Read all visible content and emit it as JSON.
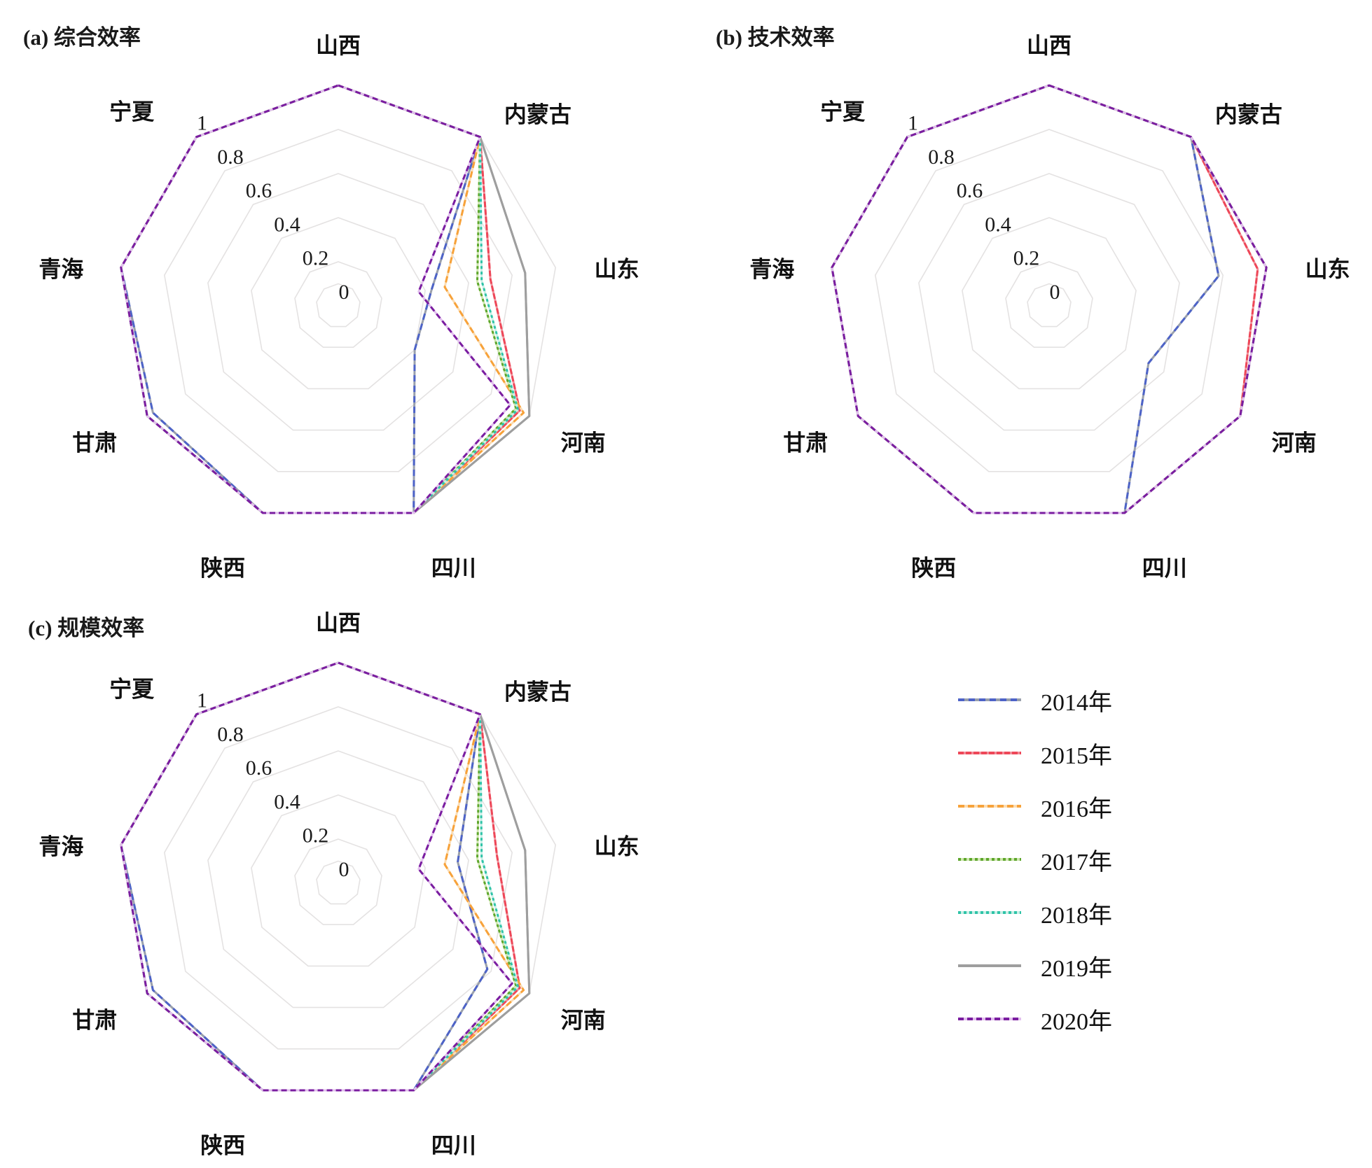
{
  "figure": {
    "background": "#ffffff",
    "grid_color": "#e4e2e2",
    "text_color": "#1a1a1a"
  },
  "titles": {
    "a": "(a) 综合效率",
    "b": "(b) 技术效率",
    "c": "(c) 规模效率"
  },
  "legend": {
    "items": [
      {
        "label": "2014年",
        "color": "#4d63c8",
        "under": "#9aa0ac",
        "dash": "9 6"
      },
      {
        "label": "2015年",
        "color": "#ee4758",
        "under": "#f08f9a",
        "dash": "8 3"
      },
      {
        "label": "2016年",
        "color": "#f7a23a",
        "under": "#fbdcb2",
        "dash": "9 5"
      },
      {
        "label": "2017年",
        "color": "#5ea62c",
        "under": "#cde6ad",
        "dash": "4 4"
      },
      {
        "label": "2018年",
        "color": "#2fc3a7",
        "under": "#c9efe6",
        "dash": "4 4"
      },
      {
        "label": "2019年",
        "color": "#9e9e9e",
        "under": "#9e9e9e",
        "dash": ""
      },
      {
        "label": "2020年",
        "color": "#7a1da0",
        "under": "#e2bfee",
        "dash": "8 5"
      }
    ]
  },
  "chart_data": [
    {
      "type": "radar",
      "id": "a",
      "title": "(a) 综合效率",
      "categories": [
        "山西",
        "内蒙古",
        "山东",
        "河南",
        "四川",
        "陕西",
        "甘肃",
        "青海",
        "宁夏"
      ],
      "tick_labels": [
        "1",
        "0.8",
        "0.6",
        "0.4",
        "0.2",
        "0"
      ],
      "ticks": [
        1,
        0.8,
        0.6,
        0.4,
        0.2,
        0
      ],
      "rlim": [
        0,
        1
      ],
      "grid": true,
      "series": [
        {
          "name": "2014年",
          "values": [
            1,
            1,
            0.43,
            0.4,
            1,
            1,
            0.97,
            1,
            1
          ]
        },
        {
          "name": "2015年",
          "values": [
            1,
            1,
            0.7,
            0.95,
            1,
            1,
            1,
            1,
            1
          ]
        },
        {
          "name": "2016年",
          "values": [
            1,
            1,
            0.49,
            0.97,
            1,
            1,
            1,
            1,
            1
          ]
        },
        {
          "name": "2017年",
          "values": [
            1,
            1,
            0.64,
            0.93,
            1,
            1,
            1,
            1,
            1
          ]
        },
        {
          "name": "2018年",
          "values": [
            1,
            1,
            0.66,
            0.94,
            1,
            1,
            1,
            1,
            1
          ]
        },
        {
          "name": "2019年",
          "values": [
            1,
            1,
            0.86,
            1.0,
            1,
            1,
            1,
            1,
            1
          ]
        },
        {
          "name": "2020年",
          "values": [
            1,
            1,
            0.37,
            0.9,
            1,
            1,
            1,
            1,
            1
          ]
        }
      ]
    },
    {
      "type": "radar",
      "id": "b",
      "title": "(b) 技术效率",
      "categories": [
        "山西",
        "内蒙古",
        "山东",
        "河南",
        "四川",
        "陕西",
        "甘肃",
        "青海",
        "宁夏"
      ],
      "tick_labels": [
        "1",
        "0.8",
        "0.6",
        "0.4",
        "0.2",
        "0"
      ],
      "ticks": [
        1,
        0.8,
        0.6,
        0.4,
        0.2,
        0
      ],
      "rlim": [
        0,
        1
      ],
      "grid": true,
      "series": [
        {
          "name": "2014年",
          "values": [
            1,
            1,
            0.78,
            0.52,
            1,
            1,
            1,
            1,
            1
          ]
        },
        {
          "name": "2015年",
          "values": [
            1,
            1,
            0.96,
            1.0,
            1,
            1,
            1,
            1,
            1
          ]
        },
        {
          "name": "2016年",
          "values": [
            1,
            1,
            1,
            1,
            1,
            1,
            1,
            1,
            1
          ]
        },
        {
          "name": "2017年",
          "values": [
            1,
            1,
            1,
            1,
            1,
            1,
            1,
            1,
            1
          ]
        },
        {
          "name": "2018年",
          "values": [
            1,
            1,
            1,
            1,
            1,
            1,
            1,
            1,
            1
          ]
        },
        {
          "name": "2019年",
          "values": [
            1,
            1,
            1,
            1,
            1,
            1,
            1,
            1,
            1
          ]
        },
        {
          "name": "2020年",
          "values": [
            1,
            1,
            1,
            1,
            1,
            1,
            1,
            1,
            1
          ]
        }
      ]
    },
    {
      "type": "radar",
      "id": "c",
      "title": "(c) 规模效率",
      "categories": [
        "山西",
        "内蒙古",
        "山东",
        "河南",
        "四川",
        "陕西",
        "甘肃",
        "青海",
        "宁夏"
      ],
      "tick_labels": [
        "1",
        "0.8",
        "0.6",
        "0.4",
        "0.2",
        "0"
      ],
      "ticks": [
        1,
        0.8,
        0.6,
        0.4,
        0.2,
        0
      ],
      "rlim": [
        0,
        1
      ],
      "grid": true,
      "series": [
        {
          "name": "2014年",
          "values": [
            1,
            1,
            0.55,
            0.78,
            1,
            1,
            0.97,
            1,
            1
          ]
        },
        {
          "name": "2015年",
          "values": [
            1,
            1,
            0.73,
            0.95,
            1,
            1,
            1,
            1,
            1
          ]
        },
        {
          "name": "2016年",
          "values": [
            1,
            1,
            0.49,
            0.97,
            1,
            1,
            1,
            1,
            1
          ]
        },
        {
          "name": "2017年",
          "values": [
            1,
            1,
            0.64,
            0.93,
            1,
            1,
            1,
            1,
            1
          ]
        },
        {
          "name": "2018年",
          "values": [
            1,
            1,
            0.66,
            0.94,
            1,
            1,
            1,
            1,
            1
          ]
        },
        {
          "name": "2019年",
          "values": [
            1,
            1,
            0.86,
            1.0,
            1,
            1,
            1,
            1,
            1
          ]
        },
        {
          "name": "2020年",
          "values": [
            1,
            1,
            0.37,
            0.91,
            1,
            1,
            1,
            1,
            1
          ]
        }
      ]
    }
  ]
}
